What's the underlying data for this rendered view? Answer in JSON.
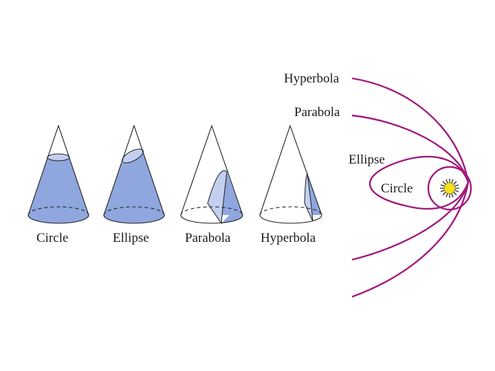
{
  "colors": {
    "cone_fill": "#8fa6de",
    "cone_fill_light": "#c3cfef",
    "orbit": "#a0197e",
    "sun": "#f5e11c",
    "sun_rays": "#2c2c2c"
  },
  "cone_labels": [
    "Circle",
    "Ellipse",
    "Parabola",
    "Hyperbola"
  ],
  "orbit_labels": {
    "hyperbola": "Hyperbola",
    "parabola": "Parabola",
    "ellipse": "Ellipse",
    "circle": "Circle"
  },
  "icons": {
    "sun": "sun-icon"
  }
}
